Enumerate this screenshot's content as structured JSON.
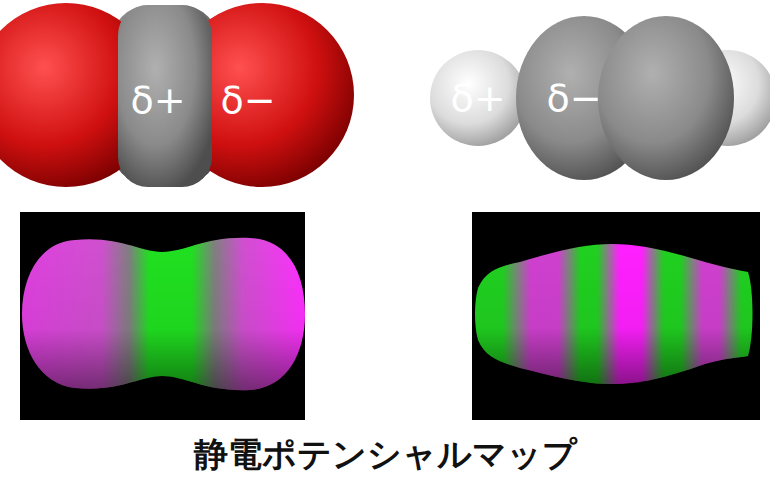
{
  "diagram": {
    "caption": "静電ポテンシャルマップ",
    "nodes": [
      {
        "text": [
          "δ+"
        ]
      },
      {
        "text": [
          "δ−"
        ]
      },
      {
        "text": [
          "δ+"
        ]
      },
      {
        "text": [
          "δ−"
        ]
      }
    ]
  }
}
